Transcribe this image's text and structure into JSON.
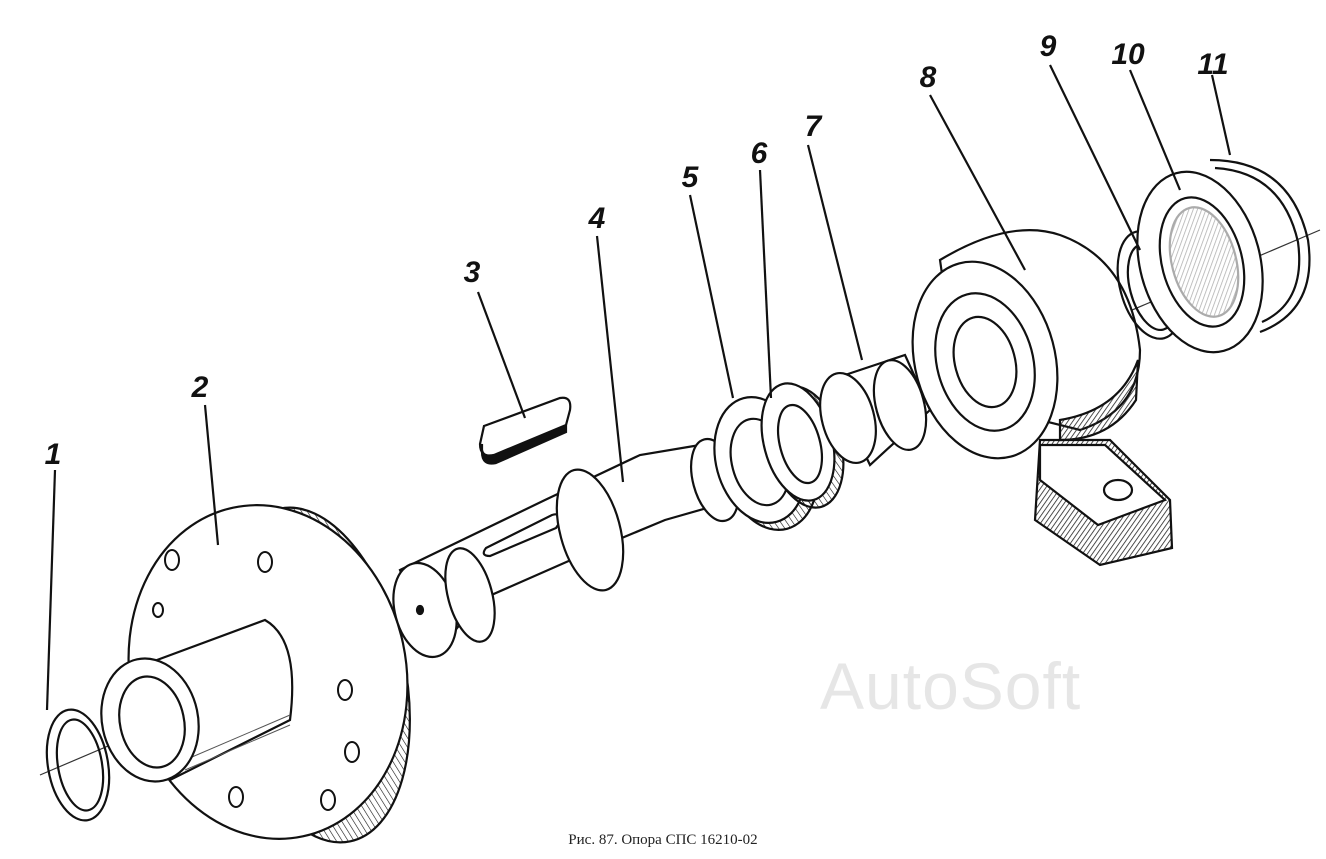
{
  "diagram": {
    "callouts": [
      "1",
      "2",
      "3",
      "4",
      "5",
      "6",
      "7",
      "8",
      "9",
      "10",
      "11"
    ],
    "watermark": "AutoSoft",
    "caption": "Рис. 87. Опора СПС 16210-02"
  }
}
